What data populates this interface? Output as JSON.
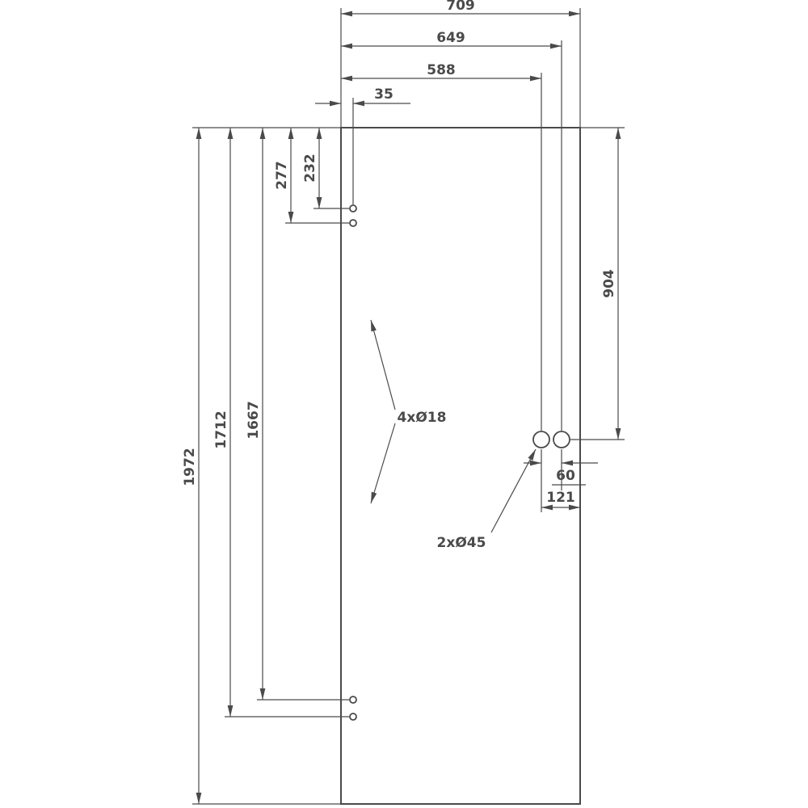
{
  "diagram": {
    "type": "technical-drawing-glass-door-panel",
    "background_color": "#ffffff",
    "line_color": "#4a4a4a",
    "dimensions": {
      "total_width": "709",
      "width_to_handle_hole_2": "649",
      "width_to_handle_hole_1": "588",
      "edge_to_hinge_holes": "35",
      "top_to_hinge_hole_2": "277",
      "top_to_hinge_hole_1": "232",
      "top_to_handle_holes": "904",
      "total_height": "1972",
      "top_to_bottom_hole_2": "1712",
      "top_to_bottom_hole_1": "1667",
      "handle_hole_spacing": "60",
      "handle_hole_to_edge": "121"
    },
    "labels": {
      "hinge_holes": "4xØ18",
      "handle_holes": "2xØ45"
    }
  }
}
